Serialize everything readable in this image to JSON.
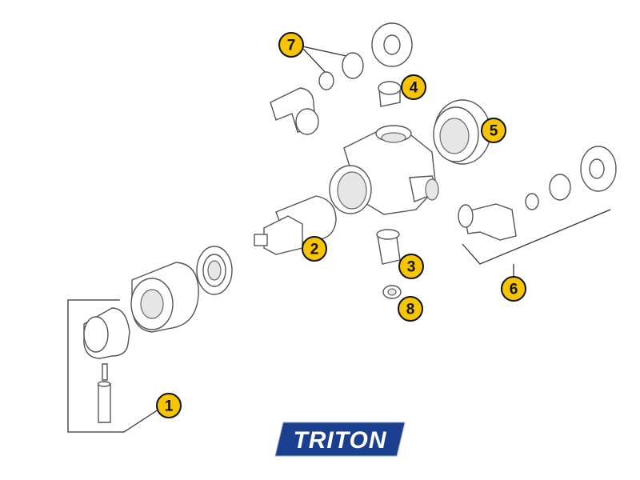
{
  "diagram": {
    "callouts": [
      "1",
      "2",
      "3",
      "4",
      "5",
      "6",
      "7",
      "8"
    ],
    "logo": {
      "text": "TRITON",
      "color": "#1b3f8f"
    },
    "callout_color": "#f6c400"
  }
}
